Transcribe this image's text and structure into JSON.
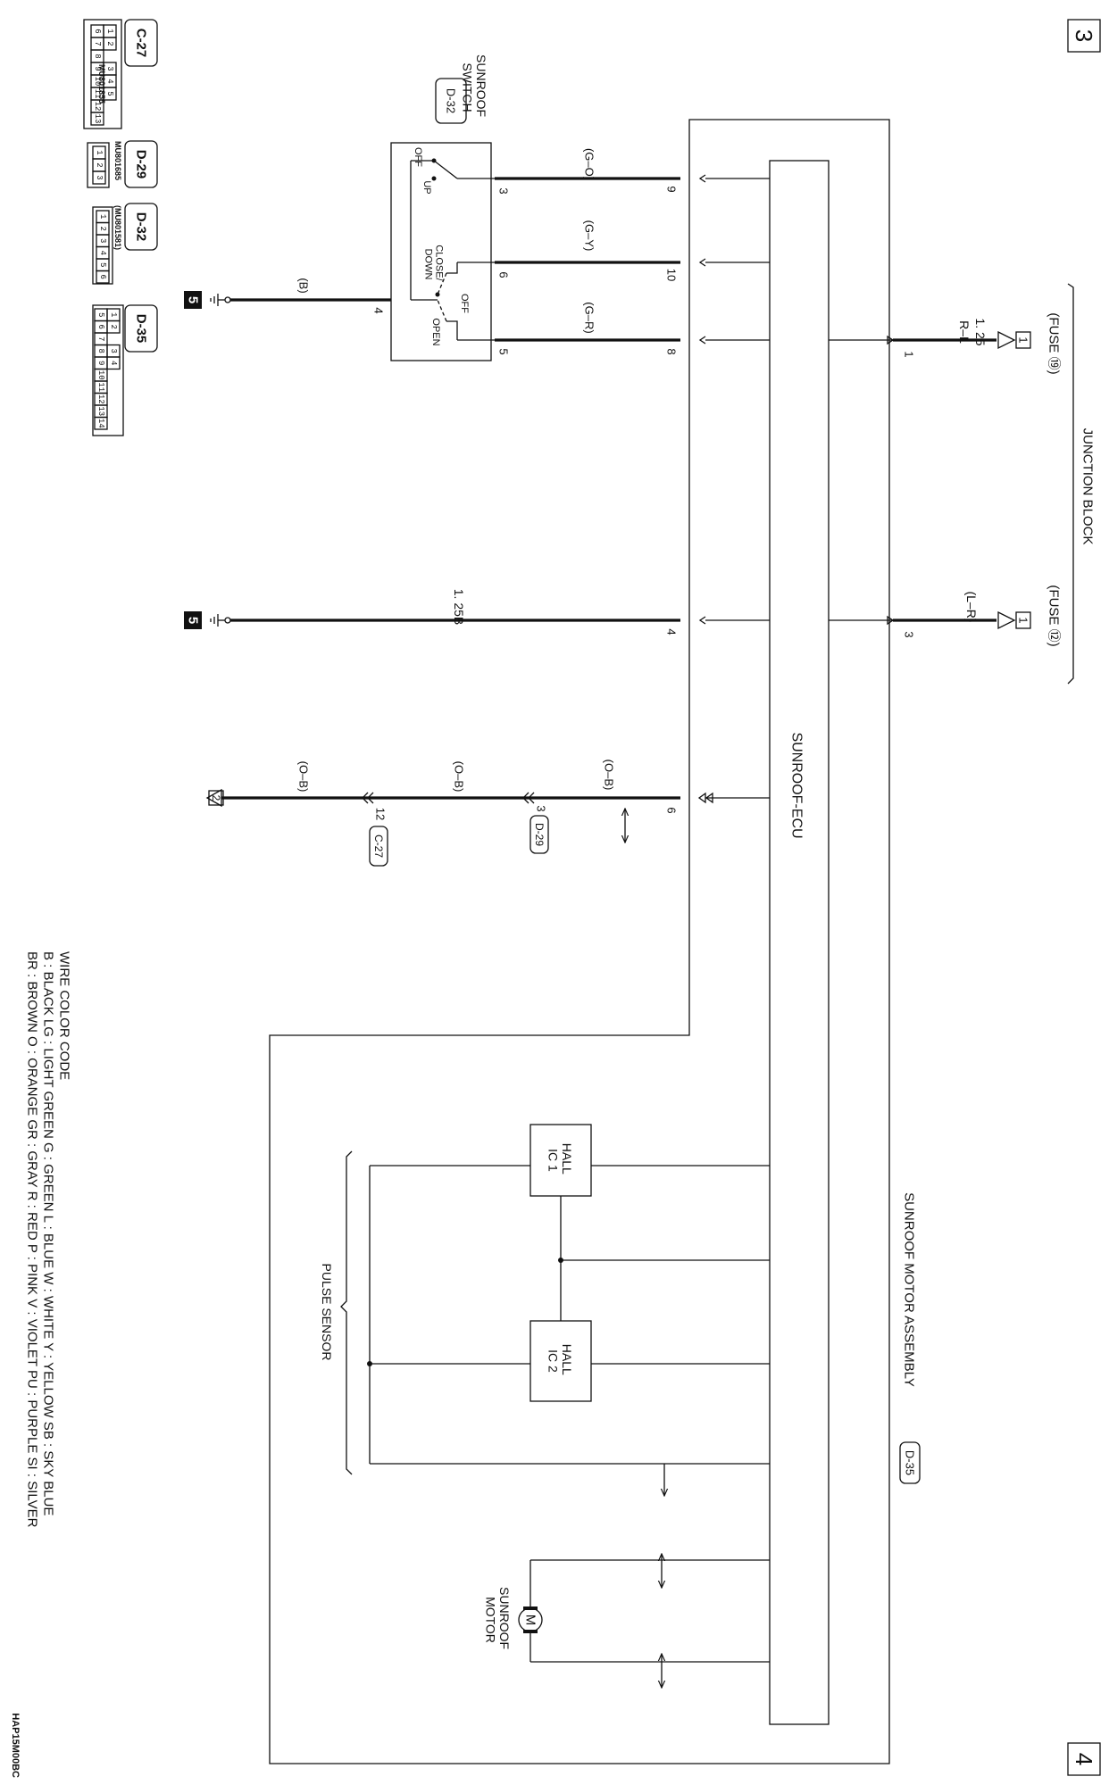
{
  "page": {
    "number_top": "3",
    "number_bottom": "4",
    "drawing_code": "HAP15M00BC"
  },
  "junction_block": {
    "label": "JUNCTION BLOCK",
    "fuse_a": "(FUSE ⑲)",
    "fuse_b": "(FUSE ⑫)",
    "fuse_a_conn": "1",
    "fuse_a_term": "1",
    "fuse_a_size": "1. 25",
    "fuse_a_color": "R–L",
    "fuse_b_conn": "1",
    "fuse_b_term": "3",
    "fuse_b_color": "(L–R)"
  },
  "ecu": {
    "label": "SUNROOF-ECU",
    "pins": [
      {
        "pin": "9",
        "wire": "(G–O)"
      },
      {
        "pin": "10",
        "wire": "(G–Y)"
      },
      {
        "pin": "8",
        "wire": "(G–R)"
      },
      {
        "pin": "4",
        "wire": "1. 25B"
      },
      {
        "pin": "6",
        "wire": "(O–B)"
      }
    ]
  },
  "switch": {
    "name": "SUNROOF\nSWITCH",
    "ref": "D-32",
    "pins": [
      "3",
      "6",
      "5",
      "4"
    ],
    "ground_wire": "(B)",
    "positions": {
      "off1": "OFF",
      "up": "UP",
      "close_down": "CLOSE/\nDOWN",
      "off2": "OFF",
      "open": "OPEN"
    }
  },
  "ground": {
    "label": "5"
  },
  "signal_path": {
    "conn_d29_pin": "3",
    "conn_d29": "D-29",
    "wire_2": "(O–B)",
    "conn_c27_pin": "12",
    "conn_c27": "C-27",
    "wire_3": "(O–B)",
    "terminal": "2"
  },
  "motor_assembly": {
    "label": "SUNROOF MOTOR ASSEMBLY",
    "ref": "D-35",
    "hall1": "HALL\nIC 1",
    "hall2": "HALL\nIC 2",
    "pulse_sensor": "PULSE SENSOR",
    "motor": "SUNROOF\nMOTOR",
    "motor_symbol": "M"
  },
  "connectors": [
    {
      "ref": "C-27",
      "part": "MU801855",
      "row1": [
        "1",
        "2",
        "",
        "3",
        "4",
        "5"
      ],
      "row2": [
        "6",
        "7",
        "8",
        "9",
        "10",
        "11",
        "12",
        "13"
      ]
    },
    {
      "ref": "D-29",
      "part": "MU801685",
      "row1": [
        "1",
        "2",
        "3"
      ],
      "row2": []
    },
    {
      "ref": "D-32",
      "part": "(MU801581)",
      "row1": [
        "1",
        "2",
        "3",
        "4",
        "5",
        "6"
      ],
      "row2": []
    },
    {
      "ref": "D-35",
      "part": "",
      "row1": [
        "1",
        "2",
        "",
        "3",
        "4"
      ],
      "row2": [
        "5",
        "6",
        "7",
        "8",
        "9",
        "10",
        "11",
        "12",
        "13",
        "14"
      ]
    }
  ],
  "legend": {
    "title": "WIRE COLOR CODE",
    "line1": "B : BLACK   LG : LIGHT GREEN    G : GREEN    L : BLUE    W : WHITE    Y : YELLOW    SB : SKY BLUE",
    "line2": "BR : BROWN    O : ORANGE    GR : GRAY    R : RED    P : PINK    V : VIOLET    PU : PURPLE    SI : SILVER"
  }
}
